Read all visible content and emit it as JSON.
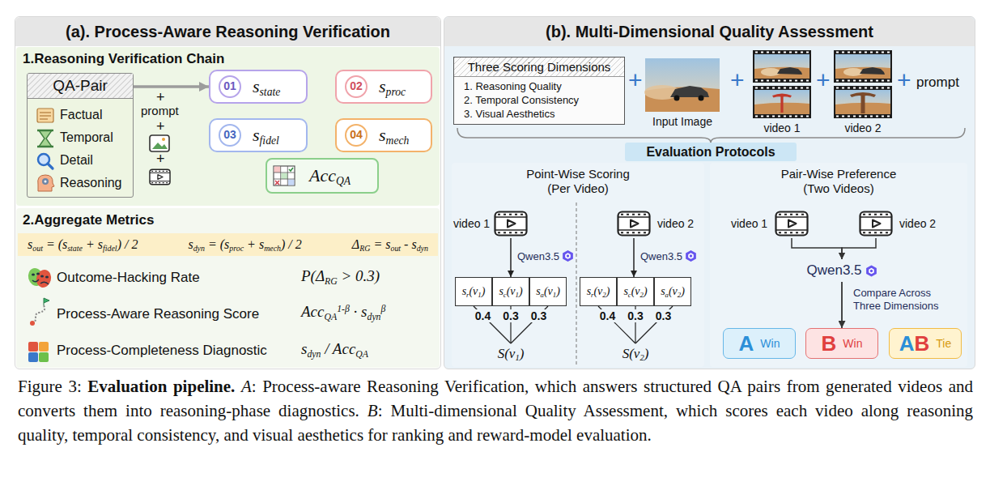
{
  "diagram": {
    "caption": "Figure 3: Evaluation pipeline. A: Process-aware Reasoning Verification, which answers structured QA pairs from generated videos and converts them into reasoning-phase diagnostics. B: Multi-dimensional Quality Assessment, which scores each video along reasoning quality, temporal consistency, and visual aesthetics for ranking and reward-model evaluation.",
    "nodes": [
      {
        "text": [
          "(a). Process-Aware Reasoning Verification"
        ]
      },
      {
        "text": [
          "1.Reasoning Verification Chain"
        ],
        "in": 0
      },
      {
        "text": [
          "QA-Pair",
          "Factual",
          "Temporal",
          "Detail",
          "Reasoning"
        ],
        "in": 1
      },
      {
        "text": [
          "01",
          "sstate"
        ],
        "in": 1
      },
      {
        "text": [
          "02",
          "sproc"
        ],
        "in": 1
      },
      {
        "text": [
          "03",
          "sfidel"
        ],
        "in": 1
      },
      {
        "text": [
          "04",
          "smech"
        ],
        "in": 1
      },
      {
        "text": [
          "AccQA"
        ],
        "in": 1
      },
      {
        "text": [
          "2.Aggregate Metrics"
        ],
        "in": 0
      },
      {
        "text": [
          "sout = (sstate + sfidel) / 2",
          "sdyn = (sproc + smech) / 2",
          "ΔRG = sout - sdyn"
        ],
        "in": 8
      },
      {
        "text": [
          "(b). Multi-Dimensional Quality Assessment"
        ]
      },
      {
        "text": [
          "Three Scoring Dimensions",
          "1. Reasoning Quality",
          "2. Temporal Consistency",
          "3. Visual Aesthetics"
        ],
        "in": 10
      },
      {
        "text": [
          "Input Image"
        ],
        "in": 10
      },
      {
        "text": [
          "video 1"
        ],
        "in": 10
      },
      {
        "text": [
          "video 2"
        ],
        "in": 10
      },
      {
        "text": [
          "Evaluation Protocols"
        ],
        "in": 10
      },
      {
        "text": [
          "Point-Wise Scoring (Per Video)"
        ],
        "in": 10
      },
      {
        "text": [
          "video 1"
        ],
        "in": 16
      },
      {
        "text": [
          "video 2"
        ],
        "in": 16
      },
      {
        "text": [
          "sr(v1)"
        ],
        "in": 16
      },
      {
        "text": [
          "sc(v1)"
        ],
        "in": 16
      },
      {
        "text": [
          "sa(v1)"
        ],
        "in": 16
      },
      {
        "text": [
          "sr(v2)"
        ],
        "in": 16
      },
      {
        "text": [
          "sc(v2)"
        ],
        "in": 16
      },
      {
        "text": [
          "sa(v2)"
        ],
        "in": 16
      },
      {
        "text": [
          "S(v1)"
        ],
        "in": 16
      },
      {
        "text": [
          "S(v2)"
        ],
        "in": 16
      },
      {
        "text": [
          "Pair-Wise Preference (Two Videos)"
        ],
        "in": 10
      },
      {
        "text": [
          "video 1"
        ],
        "in": 27
      },
      {
        "text": [
          "video 2"
        ],
        "in": 27
      },
      {
        "text": [
          "Qwen3.5"
        ],
        "in": 27
      },
      {
        "text": [
          "A",
          "Win"
        ],
        "in": 27
      },
      {
        "text": [
          "B",
          "Win"
        ],
        "in": 27
      },
      {
        "text": [
          "AB",
          "Tie"
        ],
        "in": 27
      }
    ],
    "edges": [
      {
        "from": 2,
        "to": 3,
        "arrow": "to"
      },
      {
        "from": 17,
        "to": 20,
        "label": "Qwen3.5",
        "arrow": "to"
      },
      {
        "from": 18,
        "to": 23,
        "label": "Qwen3.5",
        "arrow": "to"
      },
      {
        "from": 19,
        "to": 25,
        "label": "0.4",
        "arrow": "none"
      },
      {
        "from": 20,
        "to": 25,
        "label": "0.3",
        "arrow": "none"
      },
      {
        "from": 21,
        "to": 25,
        "label": "0.3",
        "arrow": "none"
      },
      {
        "from": 22,
        "to": 26,
        "label": "0.4",
        "arrow": "none"
      },
      {
        "from": 23,
        "to": 26,
        "label": "0.3",
        "arrow": "none"
      },
      {
        "from": 24,
        "to": 26,
        "label": "0.3",
        "arrow": "none"
      },
      {
        "from": 28,
        "to": 30,
        "arrow": "to"
      },
      {
        "from": 29,
        "to": 30,
        "arrow": "to"
      },
      {
        "from": 30,
        "to": 32,
        "label": "Compare Across Three Dimensions",
        "arrow": "to"
      }
    ],
    "labels": [
      "+",
      "prompt",
      "+",
      "+",
      "Outcome-Hacking Rate",
      "P(ΔRG > 0.3)",
      "Process-Aware Reasoning Score",
      "AccQA1-β · sdynβ",
      "Process-Completeness Diagnostic",
      "sdyn / AccQA",
      "+",
      "+",
      "+",
      "+",
      "prompt"
    ]
  }
}
